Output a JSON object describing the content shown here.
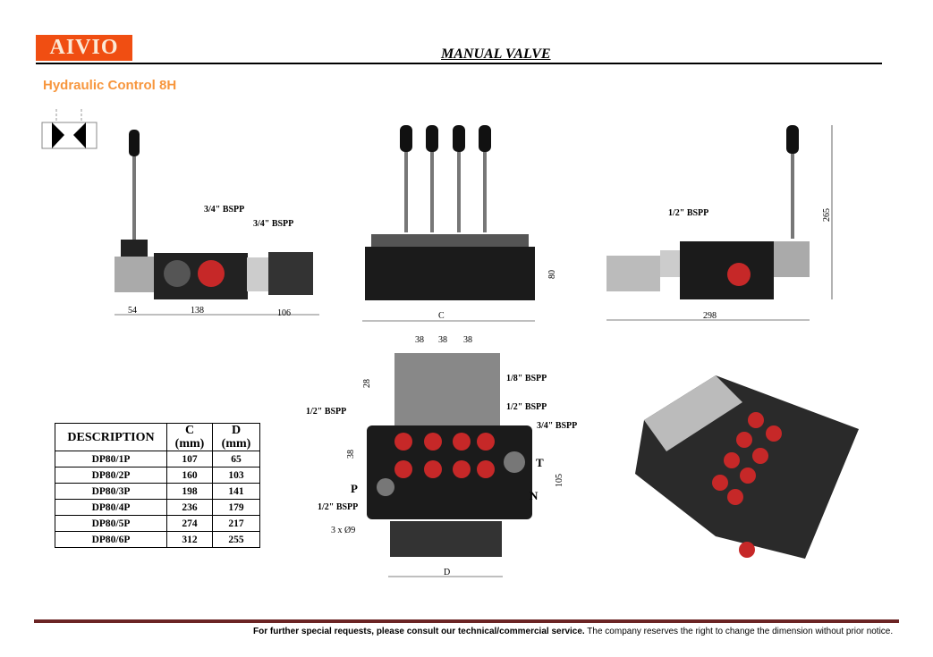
{
  "header": {
    "logo": "AIVIO",
    "title": "MANUAL VALVE",
    "subtitle": "Hydraulic Control 8H"
  },
  "side_view": {
    "port1": "3/4\" BSPP",
    "port2": "3/4\" BSPP",
    "dim_left": "54",
    "dim_mid": "138",
    "dim_right": "106"
  },
  "front_view": {
    "dim_height": "80",
    "dim_width": "C"
  },
  "right_view": {
    "port": "1/2\" BSPP",
    "dim_height": "265",
    "dim_width": "298"
  },
  "top_view": {
    "pitch": [
      "38",
      "38",
      "38"
    ],
    "dim_28": "28",
    "port_18": "1/8\" BSPP",
    "port_12_left": "1/2\" BSPP",
    "port_12_right": "1/2\" BSPP",
    "port_34": "3/4\" BSPP",
    "dim_38": "38",
    "T": "T",
    "P": "P",
    "N": "N",
    "dim_105": "105",
    "port_12_bottom": "1/2\" BSPP",
    "holes": "3 x Ø9",
    "dim_width": "D"
  },
  "table": {
    "headers": [
      "DESCRIPTION",
      "C\n(mm)",
      "D\n(mm)"
    ],
    "h_c": "C",
    "h_c_unit": "(mm)",
    "h_d": "D",
    "h_d_unit": "(mm)",
    "rows": [
      [
        "DP80/1P",
        "107",
        "65"
      ],
      [
        "DP80/2P",
        "160",
        "103"
      ],
      [
        "DP80/3P",
        "198",
        "141"
      ],
      [
        "DP80/4P",
        "236",
        "179"
      ],
      [
        "DP80/5P",
        "274",
        "217"
      ],
      [
        "DP80/6P",
        "312",
        "255"
      ]
    ]
  },
  "footer": {
    "bold": "For further special requests, please consult our technical/commercial service.",
    "normal": " The company reserves the right to change the dimension without prior notice."
  }
}
